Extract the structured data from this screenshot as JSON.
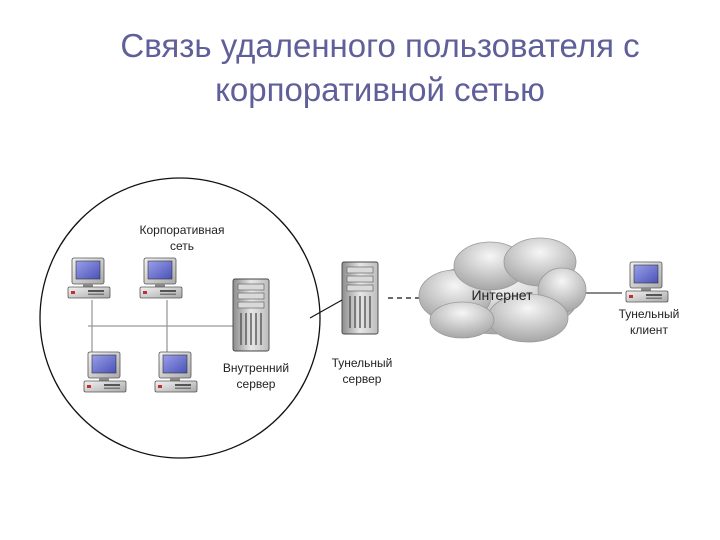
{
  "slide": {
    "title_line1": "Связь удаленного пользователя с",
    "title_line2": "корпоративной сетью"
  },
  "diagram": {
    "corporate_network_label_line1": "Корпоративная",
    "corporate_network_label_line2": "сеть",
    "internal_server_label_line1": "Внутренний",
    "internal_server_label_line2": "сервер",
    "tunnel_server_label_line1": "Тунельный",
    "tunnel_server_label_line2": "сервер",
    "internet_label": "Интернет",
    "tunnel_client_label_line1": "Тунельный",
    "tunnel_client_label_line2": "клиент"
  }
}
